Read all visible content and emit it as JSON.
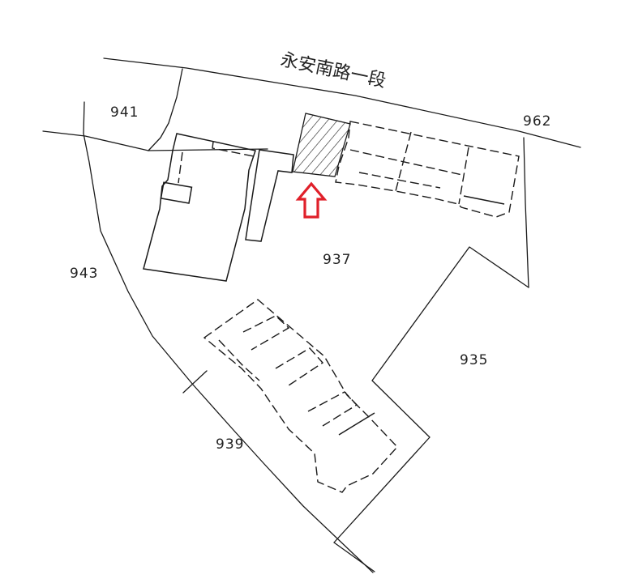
{
  "map": {
    "type": "cadastral-parcel-map",
    "road": {
      "name": "永安南路一段"
    },
    "parcels": [
      {
        "id": "941",
        "label": "941"
      },
      {
        "id": "962",
        "label": "962"
      },
      {
        "id": "937",
        "label": "937"
      },
      {
        "id": "943",
        "label": "943"
      },
      {
        "id": "935",
        "label": "935"
      },
      {
        "id": "939",
        "label": "939"
      }
    ],
    "highlight": {
      "description": "hatched target unit within parcel 937",
      "marker": "up-arrow",
      "marker_color": "#e0202a"
    },
    "colors": {
      "line": "#1a1a1a",
      "background": "#ffffff",
      "arrow": "#e0202a"
    }
  }
}
